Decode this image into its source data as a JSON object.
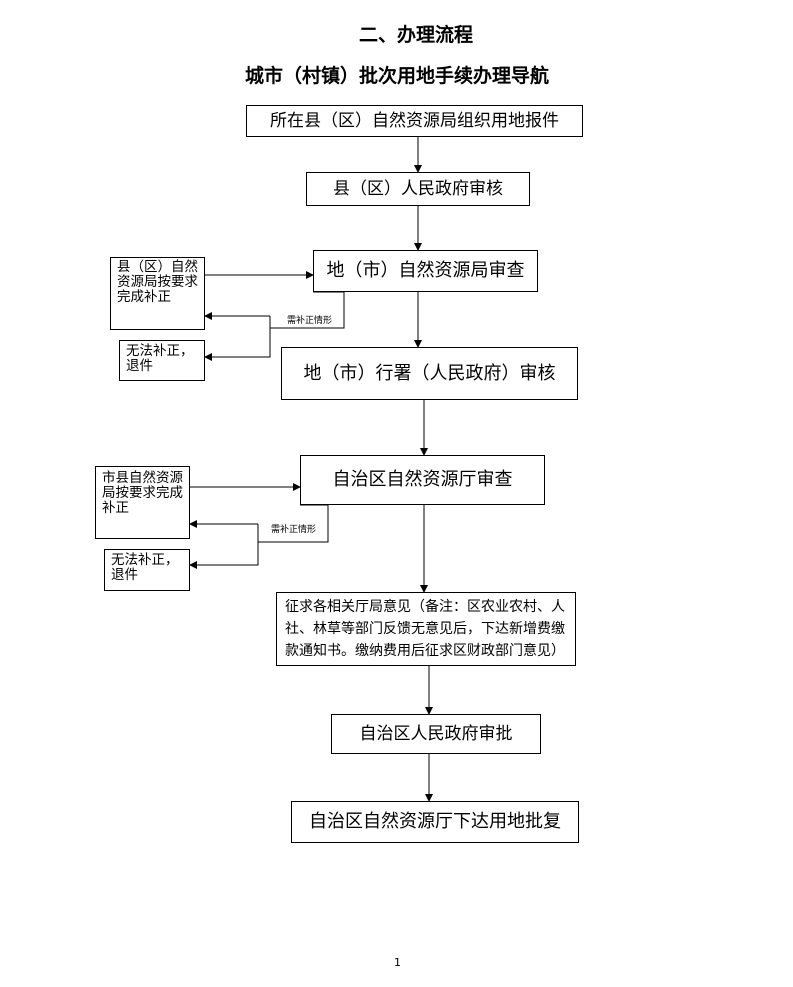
{
  "section_title": "二、办理流程",
  "doc_title": "城市（村镇）批次用地手续办理导航",
  "flow": {
    "step1": "所在县（区）自然资源局组织用地报件",
    "step2": "县（区）人民政府审核",
    "step3": "地（市）自然资源局审查",
    "step4": "地（市）行署（人民政府）审核",
    "step5": "自治区自然资源厅审查",
    "step6": "征求各相关厅局意见（备注：区农业农村、人社、林草等部门反馈无意见后，下达新增费缴款通知书。缴纳费用后征求区财政部门意见）",
    "step7": "自治区人民政府审批",
    "step8": "自治区自然资源厅下达用地批复"
  },
  "side": {
    "county_supplement": "县（区）自然资源局按要求完成补正",
    "county_reject": "无法补正，退件",
    "city_supplement": "市县自然资源局按要求完成补正",
    "city_reject": "无法补正，退件"
  },
  "labels": {
    "need_supplement_1": "需补正情形",
    "need_supplement_2": "需补正情形"
  },
  "page_number": "1"
}
